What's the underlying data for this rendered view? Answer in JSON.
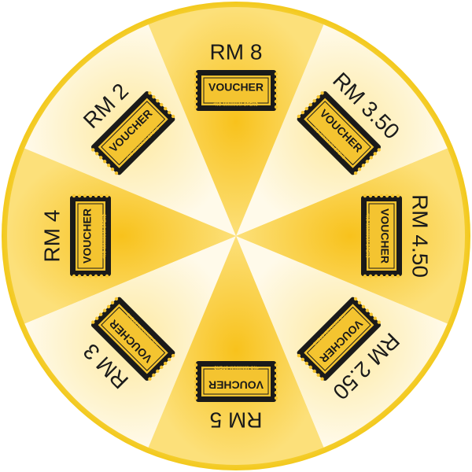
{
  "wheel": {
    "colors": {
      "rim": "#f7d23a",
      "rim_inner": "#f5d552",
      "dark_segment": "#fbd447",
      "light_segment": "#fef3c4",
      "voucher_black": "#1a1a1a",
      "voucher_yellow": "#f4c430",
      "text": "#1a1a1a"
    },
    "segments": [
      {
        "label": "RM 8",
        "style": "dark"
      },
      {
        "label": "RM 3.50",
        "style": "light"
      },
      {
        "label": "RM 4.50",
        "style": "dark"
      },
      {
        "label": "RM 2.50",
        "style": "light"
      },
      {
        "label": "RM 5",
        "style": "dark"
      },
      {
        "label": "RM 3",
        "style": "light"
      },
      {
        "label": "RM 4",
        "style": "dark"
      },
      {
        "label": "RM 2",
        "style": "light"
      }
    ],
    "voucher": {
      "title": "VOUCHER",
      "subtitle": "*NO MINIMUM SPEND",
      "icon": "voucher-ticket-icon"
    }
  }
}
